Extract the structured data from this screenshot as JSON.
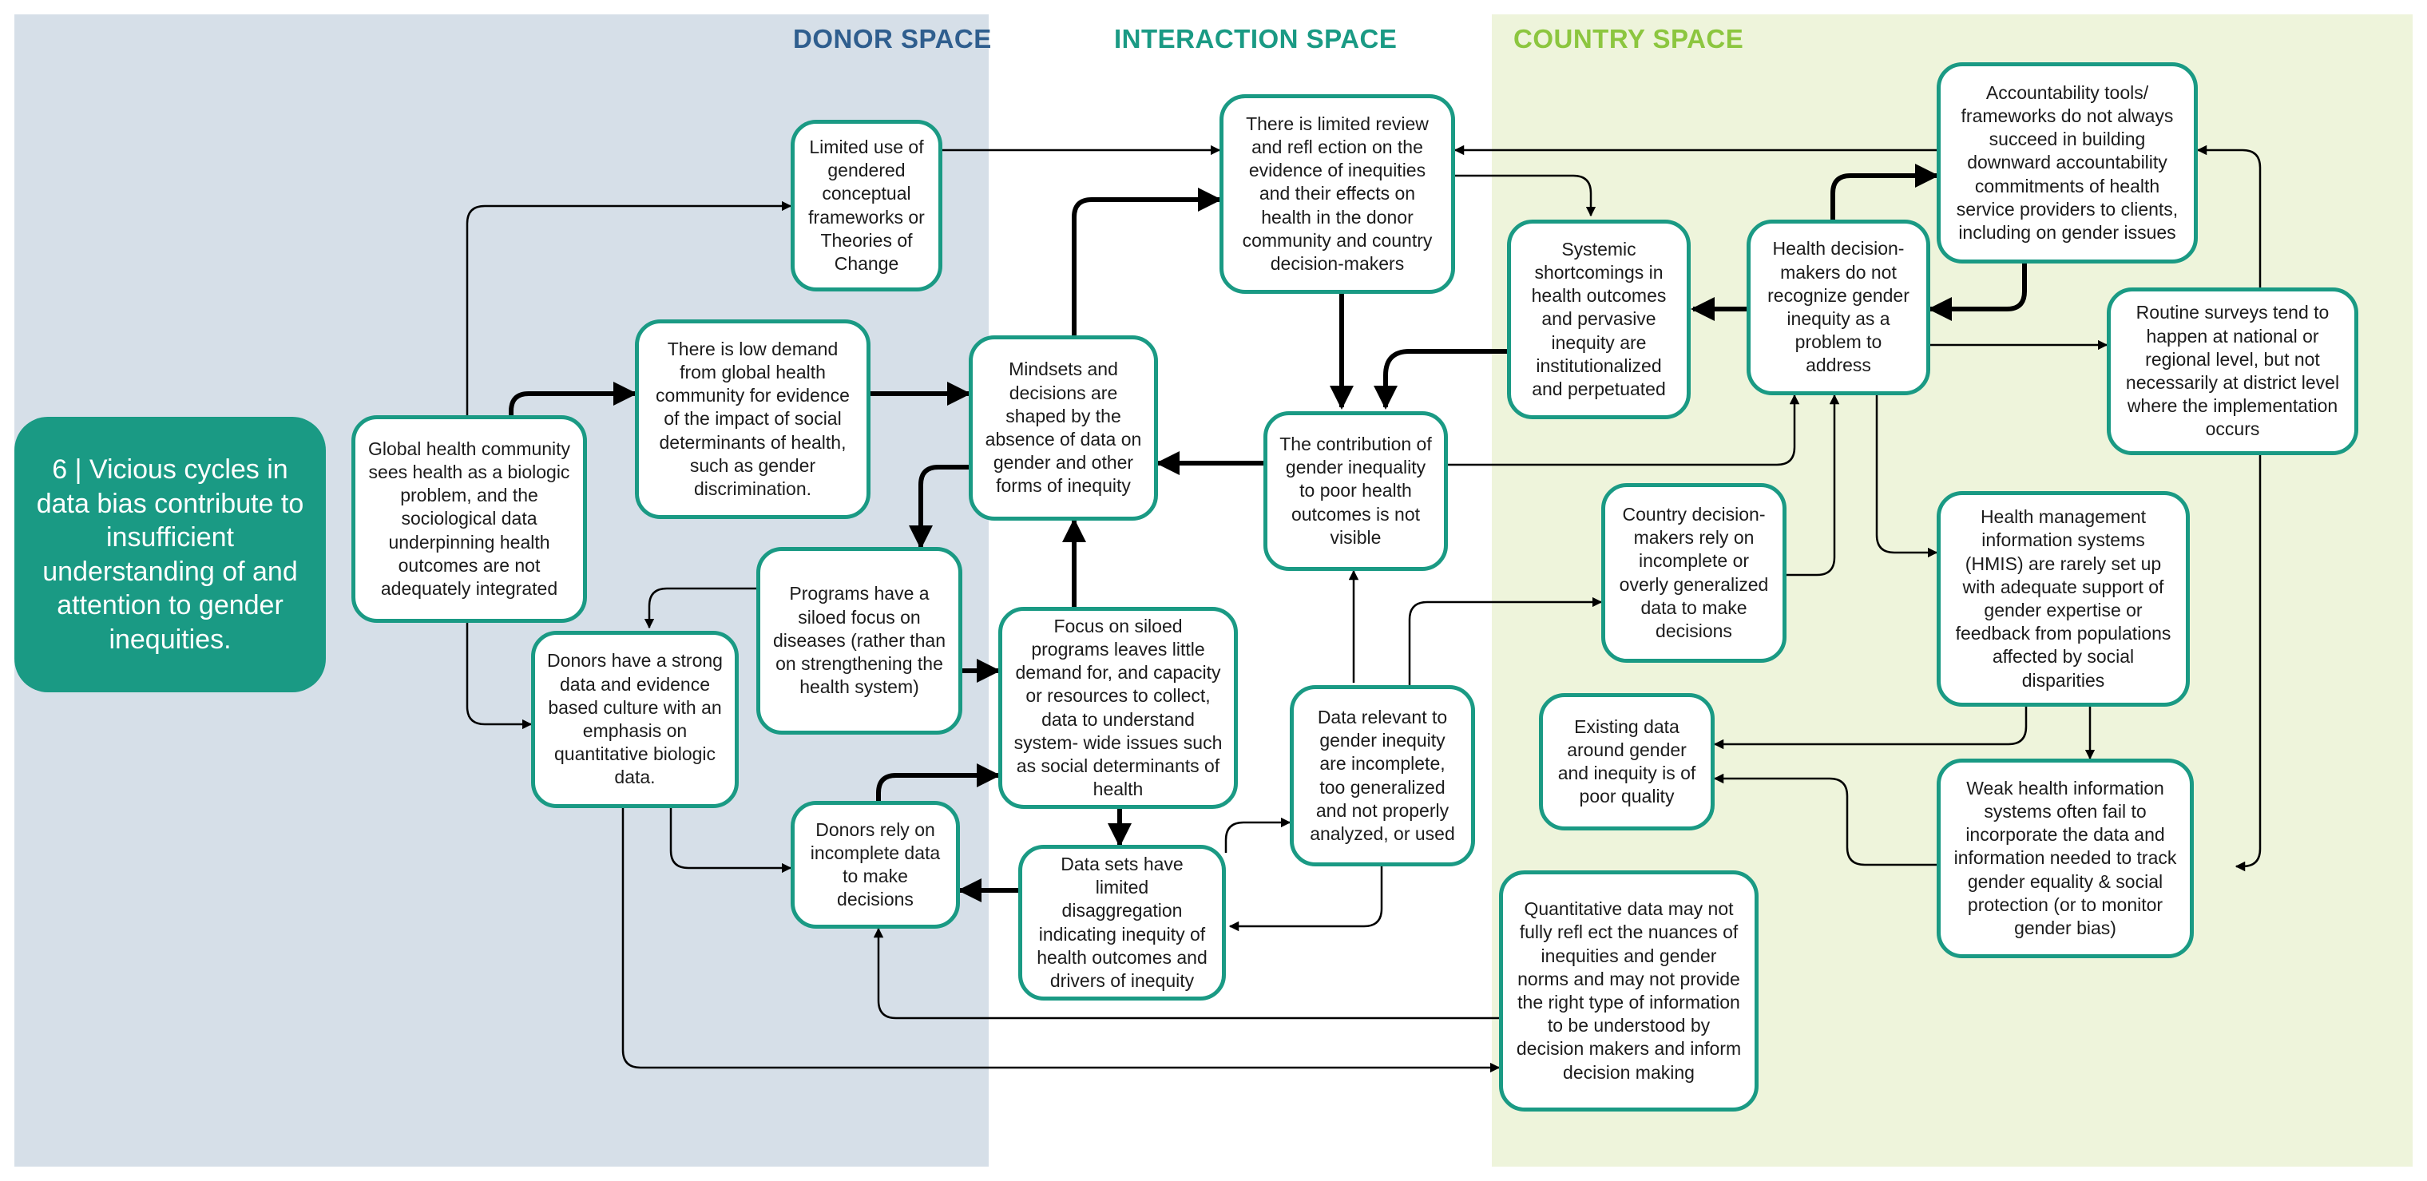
{
  "colors": {
    "teal": "#1a9a84",
    "donor_bg": "#d6dfe8",
    "country_bg": "#eef4db",
    "donor_title": "#2f5e8e",
    "interaction_title": "#1a9a84",
    "country_title": "#8cc63f"
  },
  "zones": {
    "donor": "DONOR SPACE",
    "interaction": "INTERACTION SPACE",
    "country": "COUNTRY SPACE"
  },
  "title": "6 | Vicious cycles in data bias contribute to insufficient understanding of and attention to gender inequities.",
  "nodes": {
    "limited_frameworks": "Limited use of gendered conceptual frameworks or Theories of Change",
    "low_demand": "There is low demand from global health community for evidence of the impact of social determinants of health, such as gender discrimination.",
    "global_health": "Global health community sees health as a biologic problem, and the sociological data underpinning health outcomes are not adequately integrated",
    "siloed_focus": "Programs have a siloed focus on diseases (rather than on strengthening the health system)",
    "donors_culture": "Donors have a strong data and evidence based culture with an emphasis on quantitative biologic data.",
    "donors_incomplete": "Donors rely on incomplete data to make decisions",
    "limited_review": "There is limited review and refl ection on the evidence of inequities and their effects on health in the donor community and country decision-makers",
    "mindsets": "Mindsets and decisions are shaped by the absence of data on gender and other forms of inequity",
    "siloed_programs": "Focus on siloed programs leaves little demand for, and capacity or resources to collect, data to understand system- wide issues such as social determinants of health",
    "disaggregation": "Data sets have limited disaggregation indicating inequity of health outcomes and drivers of inequity",
    "contribution": "The contribution of gender inequality to poor health outcomes is not visible",
    "data_relevant": "Data relevant to gender inequity are incomplete, too generalized and not properly analyzed, or used",
    "systemic": "Systemic shortcomings in health outcomes and pervasive inequity are institutionalized and perpetuated",
    "decision_makers": "Health decision-makers do not recognize gender inequity as a problem to address",
    "accountability": "Accountability tools/ frameworks do not always succeed in building downward accountability commitments of health service providers to clients, including on gender issues",
    "routine_surveys": "Routine surveys tend to happen at national or regional level, but not necessarily at district level where the implementation occurs",
    "country_rely": "Country decision-makers rely on incomplete or overly generalized data to make decisions",
    "hmis": "Health management information systems (HMIS) are rarely set up with adequate support of gender expertise or feedback from populations affected by social disparities",
    "existing_data": "Existing data around gender and inequity is of poor quality",
    "weak_systems": "Weak health information systems often fail to incorporate the data and information needed to track gender equality & social protection (or to monitor gender bias)",
    "quantitative": "Quantitative data may not fully refl ect the nuances of inequities and gender norms and may not provide the right type of information to be understood by decision makers and inform decision making"
  }
}
